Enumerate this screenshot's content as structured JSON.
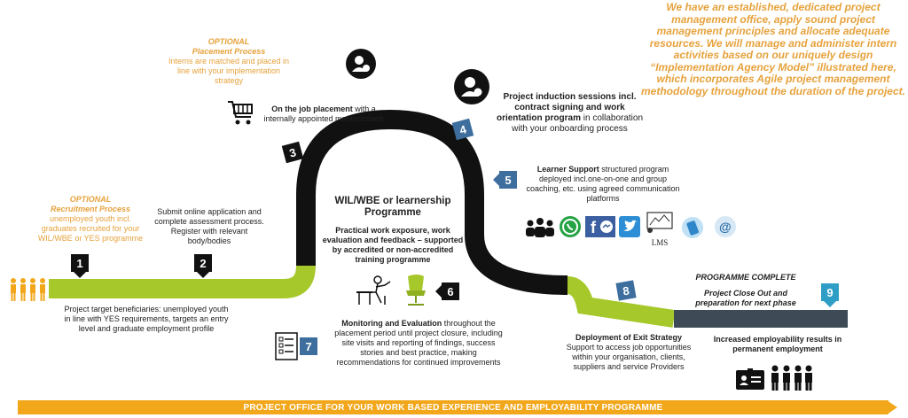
{
  "intro": {
    "text": "We have an established, dedicated project management office, apply sound project management principles and allocate adequate resources. We will manage and administer intern activities based on our uniquely design “Implementation Agency Model” illustrated here, which incorporates Agile project management methodology throughout the duration of the project."
  },
  "colors": {
    "track_green": "#a6c82a",
    "track_black": "#111111",
    "track_slate": "#3e4a56",
    "orange": "#f2a71b",
    "step_blue": "#3d6e9e",
    "step_teal": "#2f9ec6"
  },
  "placement": {
    "optional": "OPTIONAL",
    "title": "Placement Process",
    "body": "Interns are matched and placed in line with your implementation strategy"
  },
  "recruitment": {
    "optional": "OPTIONAL",
    "title": "Recruitment Process",
    "body": "unemployed youth incl. graduates recruited for your WIL/WBE or YES programme"
  },
  "center": {
    "title": "WIL/WBE or learnership Programme",
    "body": "Practical work exposure, work evaluation and feedback – supported by accredited or non-accredited training programme"
  },
  "steps": {
    "s1": {
      "num": "1",
      "text": "Project target beneficiaries: unemployed youth in line with YES requirements, targets an entry level and graduate employment profile"
    },
    "s2": {
      "num": "2",
      "text": "Submit online application and complete assessment process. Register with relevant body/bodies"
    },
    "s3": {
      "num": "3",
      "bold": "On the job placement",
      "rest": " with a internally appointed mentor/coach"
    },
    "s4": {
      "num": "4",
      "bold": "Project induction sessions incl. contract signing  and work orientation program",
      "rest": " in collaboration with your onboarding process"
    },
    "s5": {
      "num": "5",
      "bold": "Learner Support",
      "rest": " structured program deployed incl.one-on-one and group coaching, etc. using agreed communication platforms"
    },
    "s6": {
      "num": "6"
    },
    "s7": {
      "num": "7",
      "bold": "Monitoring and Evaluation",
      "rest": " throughout the placement period until project closure, including site visits and reporting of findings, success stories and best practice, making recommendations for continued improvements"
    },
    "s8": {
      "num": "8",
      "bold": "Deployment of Exit Strategy",
      "rest": " Support to access job opportunities  within your organisation, clients, suppliers and service Providers"
    },
    "s9": {
      "num": "9"
    }
  },
  "complete": {
    "title": "PROGRAMME COMPLETE",
    "sub": "Project Close Out and preparation for next phase",
    "result": "Increased employability results in permanent employment"
  },
  "lms_label": "LMS",
  "icons": [
    "people-group-icon",
    "whatsapp-icon",
    "facebook-messenger-icon",
    "twitter-icon",
    "lms-icon",
    "phone-icon",
    "email-icon"
  ],
  "banner": "PROJECT OFFICE FOR YOUR WORK BASED EXPERIENCE AND EMPLOYABILITY PROGRAMME"
}
